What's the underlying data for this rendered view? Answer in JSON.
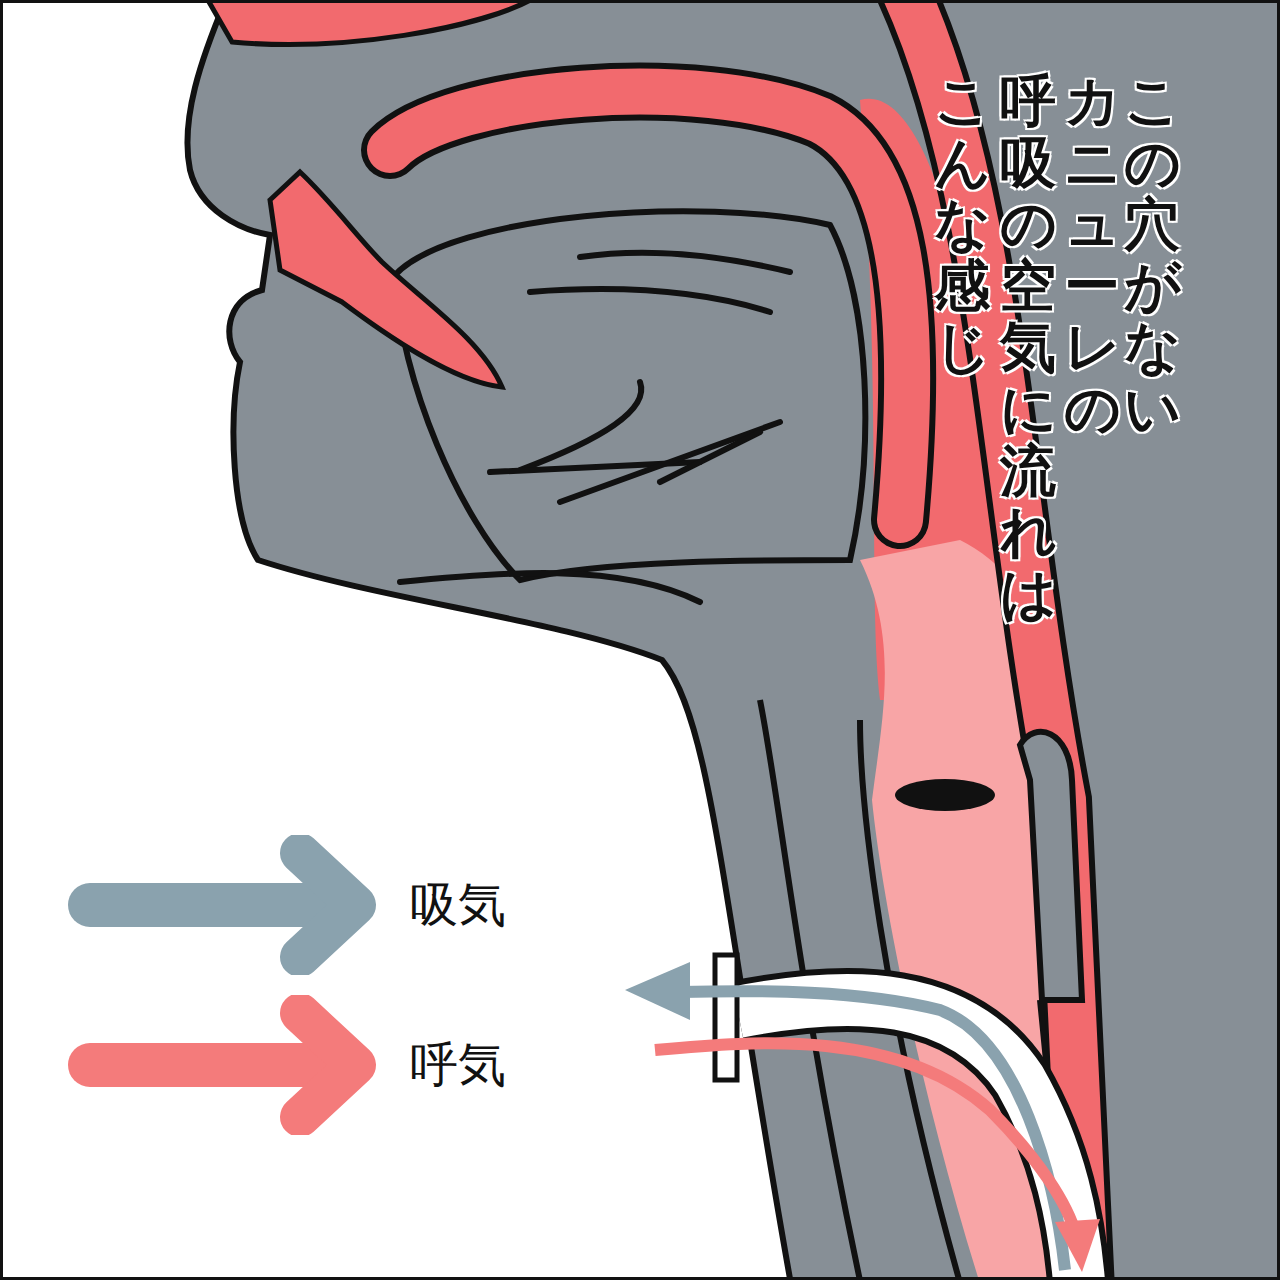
{
  "diagram": {
    "labels": [
      "この穴がない",
      "カニューレの",
      "呼吸の空気に流れは",
      "こんな感じ"
    ],
    "legend": [
      {
        "text": "吸気",
        "color": "#8aa2ae"
      },
      {
        "text": "呼気",
        "color": "#f47b7b"
      }
    ]
  }
}
